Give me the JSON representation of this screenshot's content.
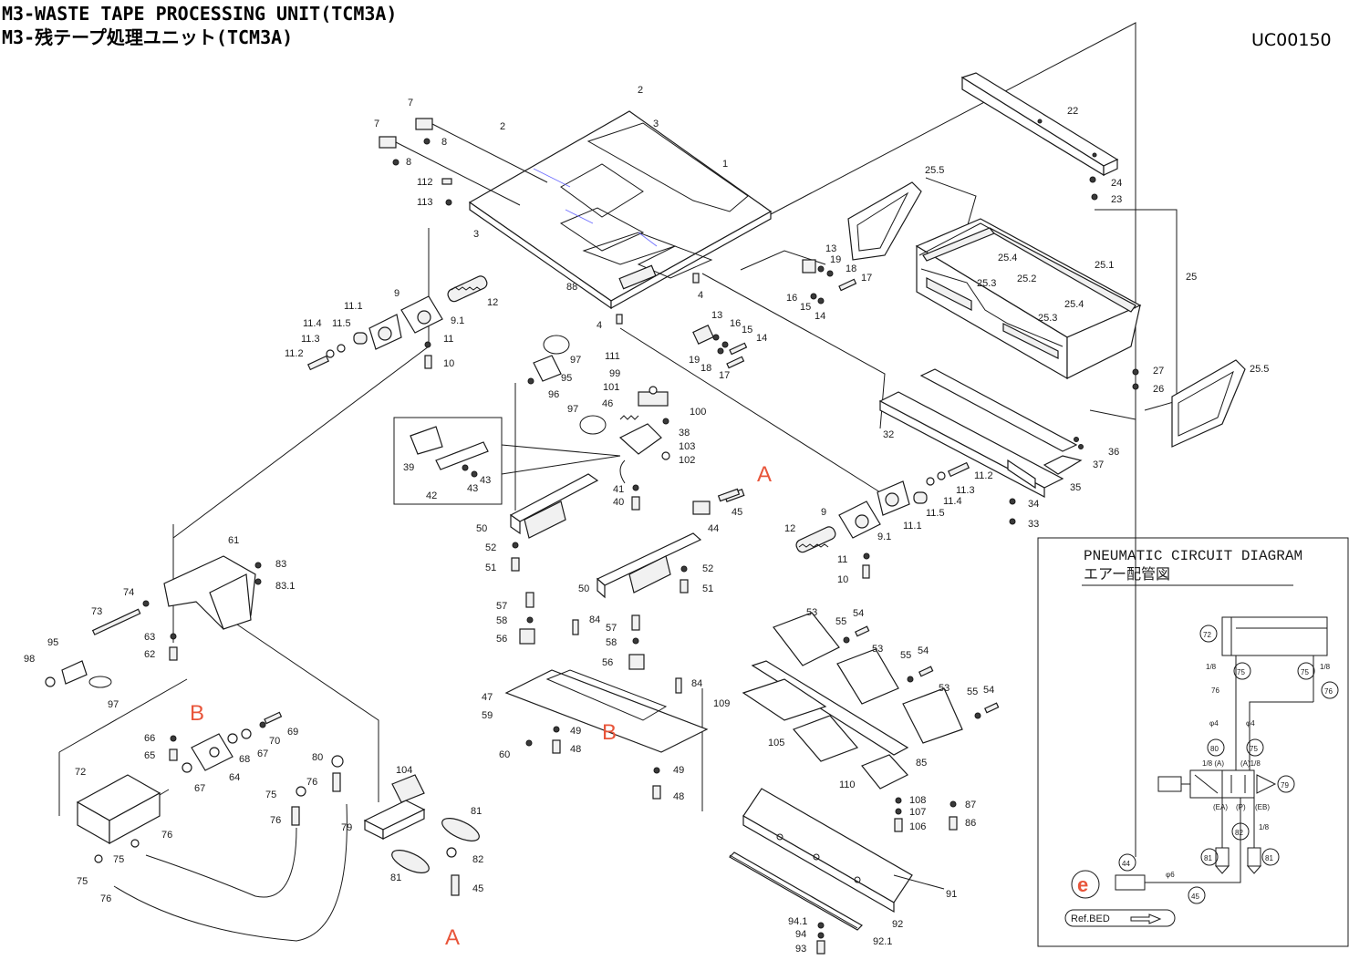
{
  "header": {
    "title_en": "M3-WASTE TAPE PROCESSING UNIT(TCM3A)",
    "title_jp": "M3-残テープ処理ユニット(TCM3A)",
    "code": "UC00150"
  },
  "callouts": {
    "letter_a": "A",
    "letter_b": "B"
  },
  "labels": {
    "p1": "1",
    "p2": "2",
    "p3": "3",
    "p4": "4",
    "p7": "7",
    "p8": "8",
    "p9": "9",
    "p9_1": "9.1",
    "p10": "10",
    "p11": "11",
    "p11_1": "11.1",
    "p11_2": "11.2",
    "p11_3": "11.3",
    "p11_4": "11.4",
    "p11_5": "11.5",
    "p12": "12",
    "p13": "13",
    "p14": "14",
    "p15": "15",
    "p16": "16",
    "p17": "17",
    "p18": "18",
    "p19": "19",
    "p22": "22",
    "p23": "23",
    "p24": "24",
    "p25": "25",
    "p25_1": "25.1",
    "p25_2": "25.2",
    "p25_3": "25.3",
    "p25_4": "25.4",
    "p25_5": "25.5",
    "p26": "26",
    "p27": "27",
    "p32": "32",
    "p33": "33",
    "p34": "34",
    "p35": "35",
    "p36": "36",
    "p37": "37",
    "p38": "38",
    "p39": "39",
    "p40": "40",
    "p41": "41",
    "p42": "42",
    "p43": "43",
    "p44": "44",
    "p45": "45",
    "p46": "46",
    "p47": "47",
    "p48": "48",
    "p49": "49",
    "p50": "50",
    "p51": "51",
    "p52": "52",
    "p53": "53",
    "p54": "54",
    "p55": "55",
    "p56": "56",
    "p57": "57",
    "p58": "58",
    "p59": "59",
    "p60": "60",
    "p61": "61",
    "p62": "62",
    "p63": "63",
    "p64": "64",
    "p65": "65",
    "p66": "66",
    "p67": "67",
    "p68": "68",
    "p69": "69",
    "p70": "70",
    "p72": "72",
    "p73": "73",
    "p74": "74",
    "p75": "75",
    "p76": "76",
    "p79": "79",
    "p80": "80",
    "p81": "81",
    "p82": "82",
    "p83": "83",
    "p83_1": "83.1",
    "p84": "84",
    "p85": "85",
    "p86": "86",
    "p87": "87",
    "p88": "88",
    "p91": "91",
    "p92": "92",
    "p92_1": "92.1",
    "p93": "93",
    "p94": "94",
    "p94_1": "94.1",
    "p95": "95",
    "p96": "96",
    "p97": "97",
    "p98": "98",
    "p99": "99",
    "p100": "100",
    "p101": "101",
    "p102": "102",
    "p103": "103",
    "p104": "104",
    "p105": "105",
    "p106": "106",
    "p107": "107",
    "p108": "108",
    "p109": "109",
    "p110": "110",
    "p111": "111",
    "p112": "112",
    "p113": "113"
  },
  "pneumatic": {
    "title_en": "PNEUMATIC CIRCUIT DIAGRAM",
    "title_jp": "エアー配管図",
    "c72": "72",
    "c75": "75",
    "c76": "76",
    "c79": "79",
    "c80": "80",
    "c81": "81",
    "c82": "82",
    "c44": "44",
    "c45": "45",
    "eighth": "1/8",
    "eighth_a": "1/8 (A)",
    "a_eighth": "(A)1/8",
    "phi4": "φ4",
    "phi6": "φ6",
    "ea": "(EA)",
    "p": "(P)",
    "eb": "(EB)",
    "e_mark": "e",
    "ref_bed": "Ref.BED"
  }
}
